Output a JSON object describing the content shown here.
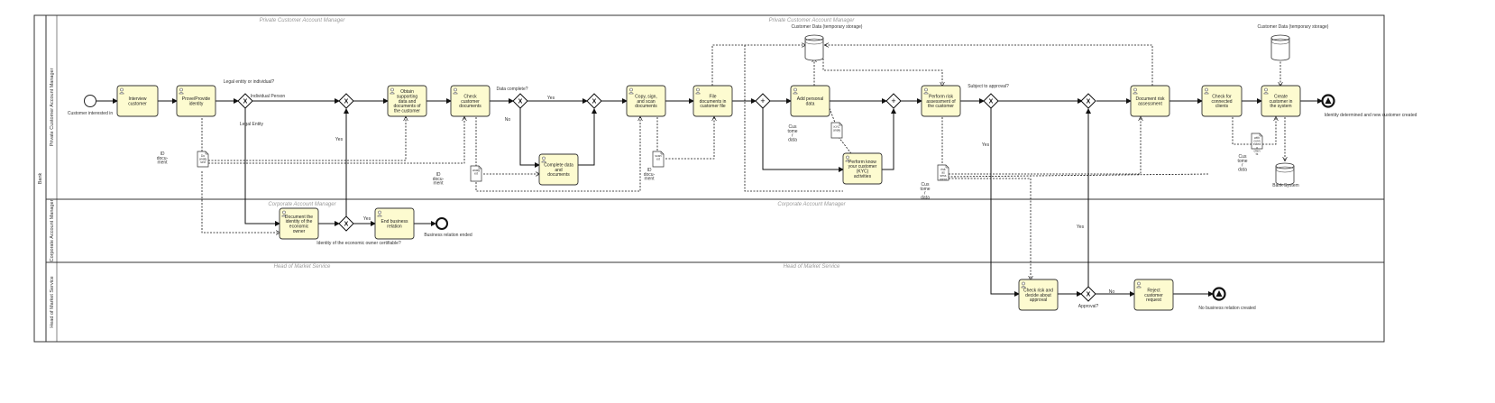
{
  "pool": {
    "name": "Bank"
  },
  "lanes": [
    {
      "id": "pcam",
      "title": "Private Customer Account Manager",
      "watermarks": [
        "Private Customer Account Manager",
        "Private Customer Account Manager"
      ]
    },
    {
      "id": "cam",
      "title": "Corporate Account Manager",
      "watermarks": [
        "Corporate Account Manager",
        "Corporate Account Manager"
      ]
    },
    {
      "id": "hms",
      "title": "Head of Market Service",
      "watermarks": [
        "Head of Market Service",
        "Head of Market Service"
      ]
    }
  ],
  "tasks": [
    {
      "id": "t1",
      "lines": [
        "Interview",
        "customer"
      ]
    },
    {
      "id": "t2",
      "lines": [
        "Prove/Provide",
        "identity"
      ]
    },
    {
      "id": "t3",
      "lines": [
        "Obtain",
        "supporting",
        "data and",
        "documents of",
        "the customer"
      ]
    },
    {
      "id": "t4",
      "lines": [
        "Check",
        "customer",
        "documents"
      ]
    },
    {
      "id": "t5",
      "lines": [
        "Complete data",
        "and",
        "documents"
      ]
    },
    {
      "id": "t6",
      "lines": [
        "Copy, sign,",
        "and scan",
        "documents"
      ]
    },
    {
      "id": "t7",
      "lines": [
        "File",
        "documents in",
        "customer file"
      ]
    },
    {
      "id": "t8",
      "lines": [
        "Add personal",
        "data"
      ]
    },
    {
      "id": "t9",
      "lines": [
        "Perform know",
        "your customer",
        "(KYC)",
        "activities"
      ]
    },
    {
      "id": "t10",
      "lines": [
        "Perform risk",
        "assessment of",
        "the customer"
      ]
    },
    {
      "id": "t11",
      "lines": [
        "Document risk",
        "assessment"
      ]
    },
    {
      "id": "t12",
      "lines": [
        "Check for",
        "connected",
        "clients"
      ]
    },
    {
      "id": "t13",
      "lines": [
        "Create",
        "customer in",
        "the system"
      ]
    },
    {
      "id": "t14",
      "lines": [
        "Document the",
        "identity of the",
        "economic",
        "owner"
      ]
    },
    {
      "id": "t15",
      "lines": [
        "End business",
        "relation"
      ]
    },
    {
      "id": "t16",
      "lines": [
        "Check risk and",
        "decide about",
        "approval"
      ]
    },
    {
      "id": "t17",
      "lines": [
        "Reject",
        "customer",
        "request"
      ]
    }
  ],
  "events": {
    "start": "Customer interested in",
    "end_identity": "Identity determined and new customer created",
    "end_business": "Business relation ended",
    "end_no_business": "No business relation created"
  },
  "gateways": {
    "legal_q": "Legal entity or individual?",
    "data_complete_q": "Data complete?",
    "subject_approval_q": "Subject to approval?",
    "identity_owner_q": "Identity of the economic owner certifiable?",
    "approval_q": "Approval?"
  },
  "flow_labels": {
    "individual": "Individual Person",
    "legal_entity": "Legal Entity",
    "yes": "Yes",
    "no": "No"
  },
  "data_objects": {
    "id_docs": [
      "ID",
      "docu-",
      "ment"
    ],
    "id_docs2": [
      "ID",
      "docu-",
      "ment"
    ],
    "id_docs3": [
      "ID",
      "docu-",
      "ment"
    ],
    "docs_analysed": [
      "Do",
      "analy",
      "sed"
    ],
    "scanned": [
      "scan",
      "ed"
    ],
    "analysed": [
      "analy",
      "ed"
    ],
    "cust_data": [
      "Cus",
      "tome",
      "r",
      "data"
    ],
    "cust_data2": [
      "Cus",
      "tome",
      "r",
      "data"
    ],
    "cust_data3": [
      "Cus",
      "tome",
      "r",
      "data"
    ],
    "kyc": [
      "KYC",
      "analy"
    ],
    "risk": [
      "risk",
      "as",
      "sess",
      "ment"
    ],
    "connected": [
      "with",
      "conn",
      "ected",
      "a",
      "clien",
      "ts"
    ]
  },
  "data_stores": {
    "temp1": "Customer Data (temporary storage)",
    "temp2": "Customer Data (temporary storage)",
    "bank_system": "Bank System"
  }
}
